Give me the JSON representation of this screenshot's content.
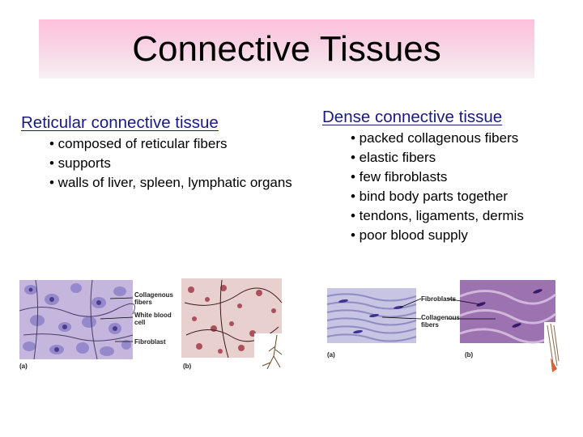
{
  "slide": {
    "title": "Connective Tissues"
  },
  "left": {
    "heading": "Reticular connective tissue",
    "bullets": [
      "• composed of reticular fibers",
      "• supports",
      "• walls of liver, spleen, lymphatic organs"
    ],
    "figure": {
      "callouts": [
        "Collagenous fibers",
        "White blood cell",
        "Fibroblast"
      ],
      "panel_a": "(a)",
      "panel_b": "(b)"
    }
  },
  "right": {
    "heading": "Dense connective tissue",
    "bullets": [
      "• packed collagenous fibers",
      "• elastic fibers",
      "• few fibroblasts",
      "• bind body parts together",
      "• tendons, ligaments, dermis",
      "• poor blood supply"
    ],
    "figure": {
      "callouts": [
        "Fibroblasts",
        "Collagenous fibers"
      ],
      "panel_a": "(a)",
      "panel_b": "(b)"
    }
  },
  "colors": {
    "title_band": "#ffc0dc",
    "heading_text": "#1a1a80",
    "reticular_stain": "#b9a8d6",
    "dense_stain": "#9c73b0"
  }
}
